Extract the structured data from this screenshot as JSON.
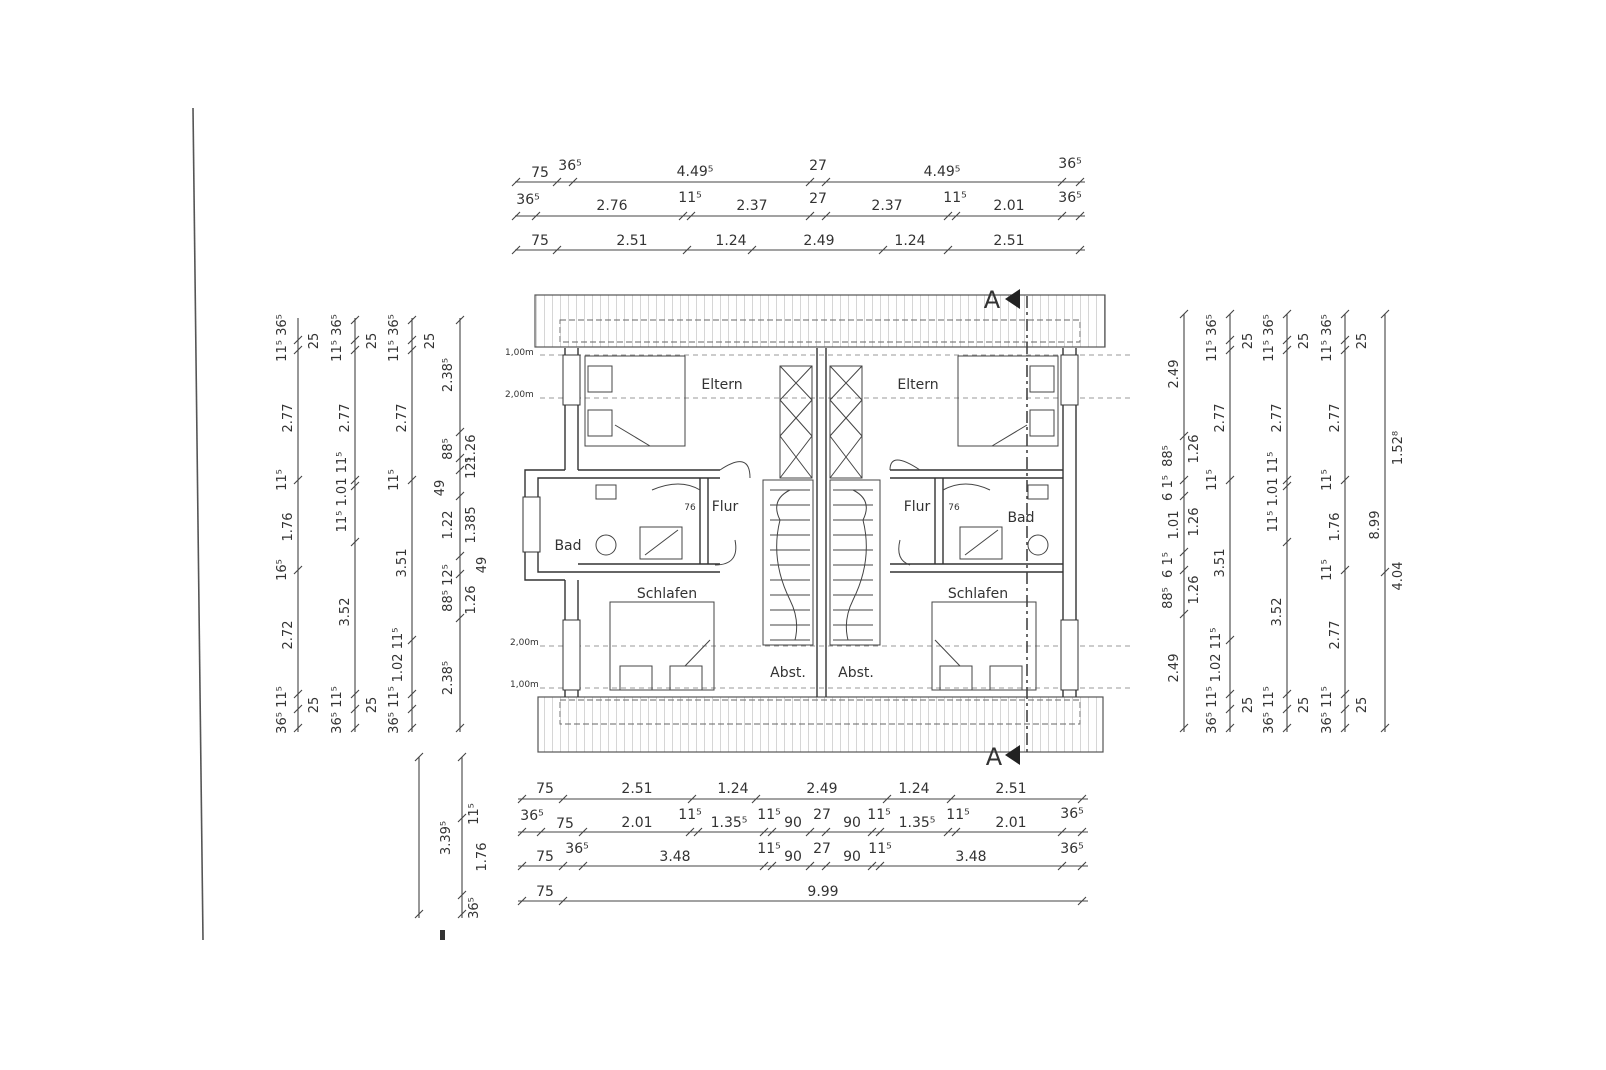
{
  "plan": {
    "rooms": {
      "eltern_left": "Eltern",
      "eltern_right": "Eltern",
      "flur_left": "Flur",
      "flur_right": "Flur",
      "bad_left": "Bad",
      "bad_right": "Bad",
      "schlafen_left": "Schlafen",
      "schlafen_right": "Schlafen",
      "abst_left": "Abst.",
      "abst_right": "Abst.",
      "door_left": "76",
      "door_right": "76"
    },
    "levels": {
      "top_1": "1,00m",
      "top_2": "2,00m",
      "bot_2": "2,00m",
      "bot_1": "1,00m"
    },
    "section": {
      "top": "A",
      "bottom": "A"
    },
    "dims_top": {
      "row1": [
        "75",
        "36⁵",
        "4.49⁵",
        "27",
        "4.49⁵",
        "36⁵"
      ],
      "row2": [
        "36⁵",
        "2.76",
        "11⁵",
        "2.37",
        "27",
        "2.37",
        "11⁵",
        "2.01",
        "36⁵"
      ],
      "row3": [
        "75",
        "2.51",
        "1.24",
        "2.49",
        "1.24",
        "2.51"
      ]
    },
    "dims_bottom": {
      "row1": [
        "75",
        "2.51",
        "1.24",
        "2.49",
        "1.24",
        "2.51"
      ],
      "row2": [
        "36⁵",
        "75",
        "2.01",
        "11⁵",
        "1.35⁵",
        "11⁵",
        "90",
        "27",
        "90",
        "11⁵",
        "1.35⁵",
        "11⁵",
        "2.01",
        "36⁵"
      ],
      "row3": [
        "75",
        "36⁵",
        "3.48",
        "11⁵",
        "90",
        "27",
        "90",
        "11⁵",
        "3.48",
        "36⁵"
      ],
      "row4": [
        "75",
        "9.99"
      ]
    },
    "dims_bottom_left": [
      "3.39⁵",
      "11⁵",
      "1.76",
      "36⁵"
    ],
    "dims_left": {
      "col1": [
        "11⁵ 36⁵",
        "2.77",
        "11⁵",
        "1.76",
        "16⁵",
        "2.72",
        "36⁵ 11⁵"
      ],
      "col2": [
        "25",
        "11⁵ 36⁵",
        "2.77",
        "11⁵ 1.01 11⁵",
        "3.52",
        "25",
        "36⁵ 11⁵"
      ],
      "col3": [
        "25",
        "11⁵ 36⁵",
        "2.77",
        "11⁵",
        "3.51",
        "1.02 11⁵",
        "25",
        "36⁵ 11⁵"
      ],
      "col4": [
        "25",
        "2.38⁵",
        "88⁵",
        "49",
        "1.22",
        "88⁵ 12⁵",
        "2.38⁵"
      ],
      "col5": [
        "1.26",
        "12⁵",
        "1.385",
        "49",
        "1.26"
      ]
    },
    "dims_right": {
      "col1": [
        "2.49",
        "88⁵",
        "6 1⁵",
        "1.01",
        "6 1⁵",
        "88⁵",
        "2.49"
      ],
      "col2": [
        "1.26",
        "1.26",
        "1.26",
        "36⁵ 11⁵"
      ],
      "col3": [
        "11⁵ 36⁵",
        "25",
        "2.77",
        "11⁵",
        "3.51",
        "1.02 11⁵",
        "25"
      ],
      "col4": [
        "11⁵ 36⁵",
        "25",
        "2.77",
        "11⁵ 1.01 11⁵",
        "3.52",
        "36⁵ 11⁵",
        "25"
      ],
      "col5": [
        "11⁵ 36⁵",
        "25",
        "2.77",
        "11⁵",
        "1.76",
        "11⁵",
        "2.77",
        "36⁵ 11⁵",
        "25"
      ],
      "col6": [
        "1.52⁸",
        "8.99",
        "4.04"
      ]
    }
  }
}
